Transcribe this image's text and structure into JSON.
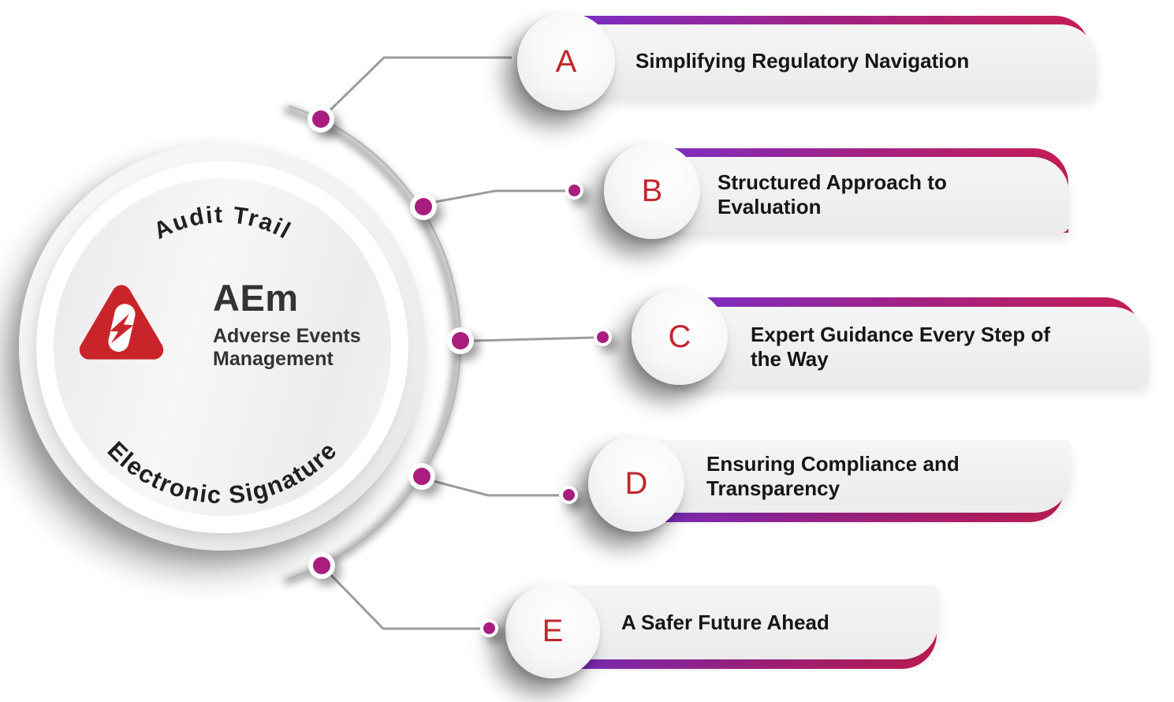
{
  "hub": {
    "acronym": "AEm",
    "name": "Adverse Events Management",
    "top_label": "Audit Trail",
    "bottom_label": "Electronic Signature",
    "icon": "adverse-event-warning-icon"
  },
  "items": [
    {
      "letter": "A",
      "label": "Simplifying Regulatory Navigation"
    },
    {
      "letter": "B",
      "label": "Structured Approach to Evaluation"
    },
    {
      "letter": "C",
      "label": "Expert Guidance Every Step of the Way"
    },
    {
      "letter": "D",
      "label": "Ensuring Compliance and Transparency"
    },
    {
      "letter": "E",
      "label": "A Safer Future Ahead"
    }
  ],
  "colors": {
    "gradient_start": "#7B2FC9",
    "gradient_mid": "#A12387",
    "gradient_end": "#C41D54",
    "dot_magenta": "#A91D7E",
    "letter_red": "#C1272D",
    "triangle_red": "#C9242A",
    "connector_gray": "#9c9c9c"
  }
}
